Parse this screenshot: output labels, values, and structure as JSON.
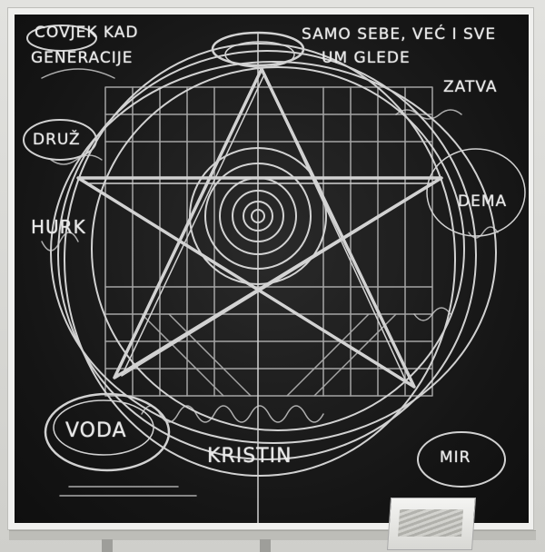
{
  "scene": {
    "subject": "chalkboard",
    "chalk_color": "#e8e8e8",
    "board_color": "#151515"
  },
  "texts": {
    "covjek": "COVJEK KAD",
    "samo_sebe": "SAMO SEBE, VEĆ I SVE",
    "generacije": "GENERACIJE",
    "gledaju": "UM GLEDE",
    "zatva": "ZATVA",
    "druz": "DRUŽ",
    "hurk": "HURK",
    "vodu": "VODA",
    "kristin": "KRISTIN",
    "mir": "MIR",
    "dema": "DEMA"
  }
}
